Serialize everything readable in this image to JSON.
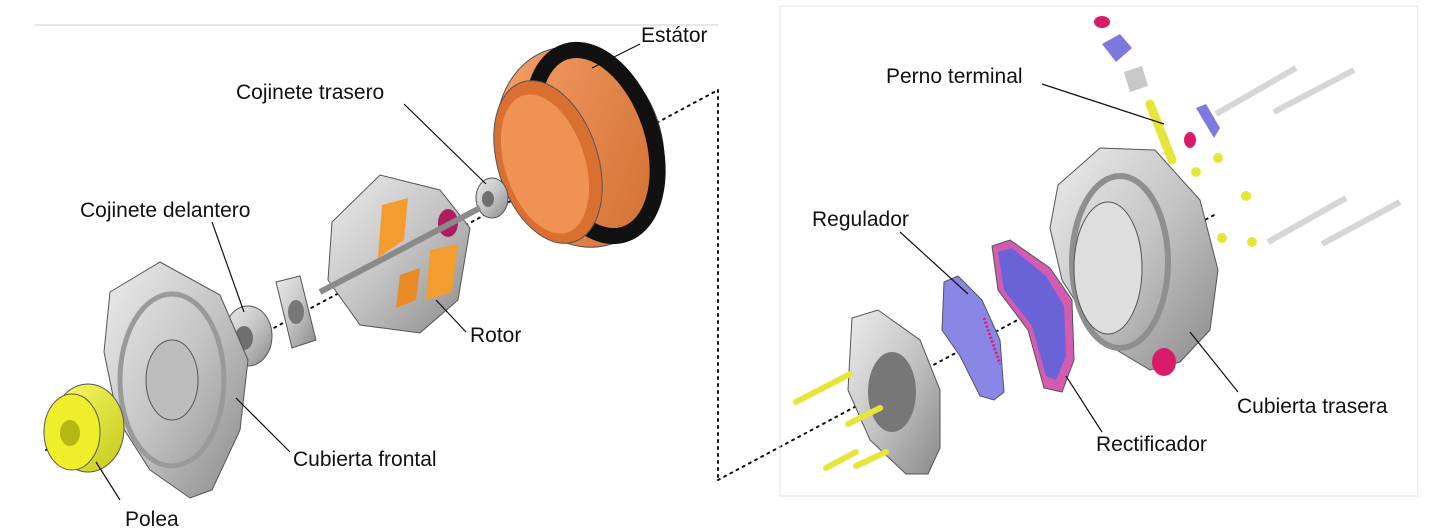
{
  "colors": {
    "metal": "#c9c9c9",
    "metal_dark": "#8d8d8d",
    "stator": "#ef8a4a",
    "stator_band": "#111111",
    "pulley": "#eeee22",
    "bolt": "#e6e63a",
    "board": "#7e79e0",
    "accent": "#d91c6a",
    "rotor_core": "#f29d2e"
  },
  "left_panel": {
    "labels": {
      "stator": "Estátor",
      "rear_bearing": "Cojinete trasero",
      "front_bearing": "Cojinete delantero",
      "rotor": "Rotor",
      "front_cover": "Cubierta frontal",
      "pulley": "Polea"
    }
  },
  "right_panel": {
    "labels": {
      "terminal_bolt": "Perno terminal",
      "regulator": "Regulador",
      "rear_cover": "Cubierta trasera",
      "rectifier": "Rectificador"
    }
  }
}
